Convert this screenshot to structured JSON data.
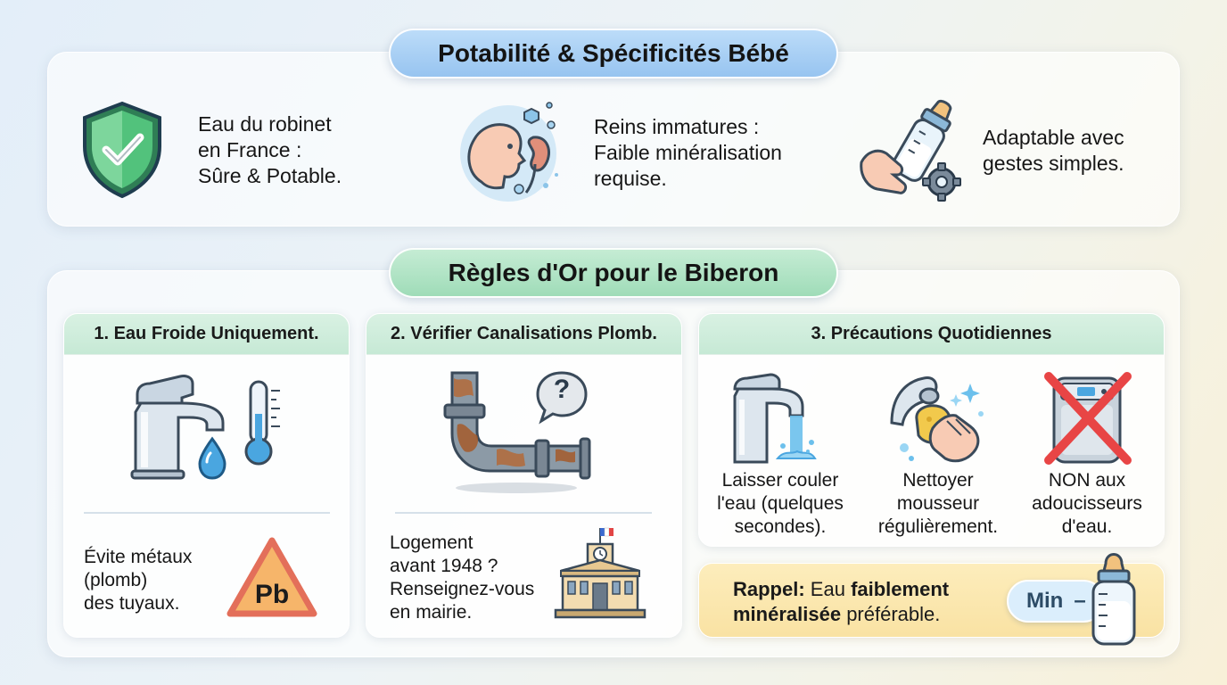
{
  "top_section": {
    "title": "Potabilité & Spécificités Bébé",
    "features": [
      {
        "text": "Eau du robinet\nen France :\nSûre & Potable.",
        "icon": "shield-check-icon"
      },
      {
        "text": "Reins immatures :\nFaible minéralisation\nrequise.",
        "icon": "baby-kidney-icon"
      },
      {
        "text": "Adaptable avec\ngestes simples.",
        "icon": "bottle-gear-icon"
      }
    ]
  },
  "rules_section": {
    "title": "Règles d'Or pour le Biberon",
    "cards": [
      {
        "title": "1. Eau Froide Uniquement.",
        "caption": "Évite métaux\n(plomb)\ndes tuyaux.",
        "badge": "Pb"
      },
      {
        "title": "2. Vérifier Canalisations Plomb.",
        "pipe_question": "?",
        "caption": "Logement\navant 1948 ?\nRenseignez-vous\nen mairie."
      },
      {
        "title": "3. Précautions Quotidiennes",
        "items": [
          {
            "text": "Laisser couler\nl'eau (quelques\nsecondes).",
            "icon": "running-tap-icon"
          },
          {
            "text": "Nettoyer\nmousseur\nrégulièrement.",
            "icon": "clean-aerator-icon"
          },
          {
            "text": "NON aux\nadoucisseurs\nd'eau.",
            "icon": "no-softener-icon"
          }
        ]
      }
    ],
    "reminder": {
      "label": "Rappel:",
      "part1": " Eau ",
      "bold1": "faiblement",
      "bold2": "minéralisée",
      "part2": " préférable.",
      "min_label": "Min"
    }
  },
  "colors": {
    "blue_pill": "#a8d0f4",
    "green_pill": "#b2e4c6",
    "shield_green": "#3bb56a",
    "warning_orange": "#f6b56a",
    "reminder_yellow": "#fbe7ad",
    "cross_red": "#e84545"
  }
}
